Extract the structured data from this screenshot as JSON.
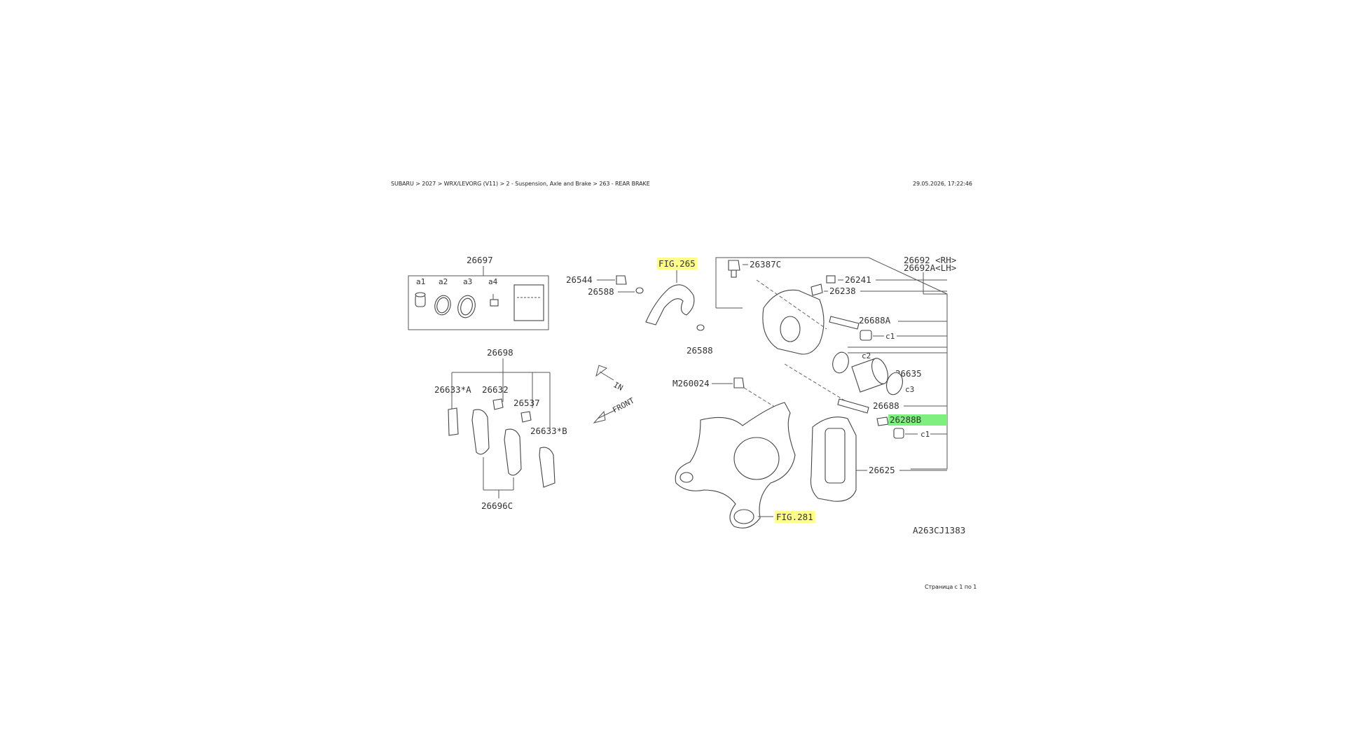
{
  "header": {
    "breadcrumb": "SUBARU > 2027 > WRX/LEVORG (V11) > 2 - Suspension, Axle and Brake > 263 - REAR BRAKE",
    "timestamp": "29.05.2026, 17:22:46"
  },
  "footer": {
    "page_count": "Страница с 1 по 1"
  },
  "colors": {
    "fig_highlight": "#ffff88",
    "selected_highlight": "#7ff07f"
  },
  "diagram": {
    "code": "A263CJ1383",
    "figure_refs": [
      "FIG.265",
      "FIG.281"
    ],
    "selected_part": "26288B",
    "directions": [
      "IN",
      "FRONT"
    ],
    "labels": {
      "p26697": "26697",
      "a1": "a1",
      "a2": "a2",
      "a3": "a3",
      "a4": "a4",
      "p26544": "26544",
      "p26588_top": "26588",
      "p26588_mid": "26588",
      "p26387c": "26387C",
      "p26692": "26692 <RH>",
      "p26692a": "26692A<LH>",
      "p26241": "26241",
      "p26238": "26238",
      "p26688a": "26688A",
      "c1_top": "c1",
      "c2": "c2",
      "p26635": "26635",
      "c3": "c3",
      "p26698": "26698",
      "p26633a": "26633*A",
      "p26632": "26632",
      "p26537": "26537",
      "p26633b": "26633*B",
      "p26696c": "26696C",
      "m260024": "M260024",
      "p26688": "26688",
      "p26288b": "26288B",
      "c1_bot": "c1",
      "p26625": "26625"
    }
  }
}
